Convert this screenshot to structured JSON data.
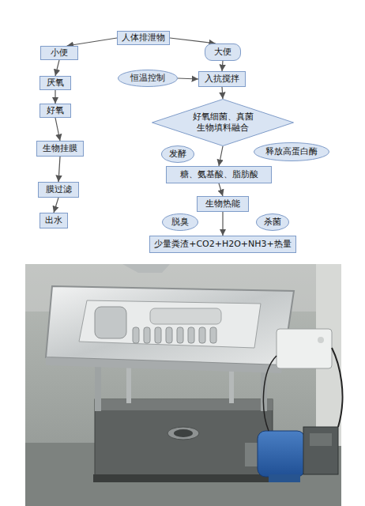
{
  "diagram": {
    "nodes": [
      {
        "text": [
          "人体排泄物"
        ]
      },
      {
        "text": [
          "小便"
        ]
      },
      {
        "text": [
          "大便"
        ]
      },
      {
        "text": [
          "厌氧"
        ]
      },
      {
        "text": [
          "好氧"
        ]
      },
      {
        "text": [
          "生物挂膜"
        ]
      },
      {
        "text": [
          "膜过滤"
        ]
      },
      {
        "text": [
          "出水"
        ]
      },
      {
        "text": [
          "恒温控制"
        ]
      },
      {
        "text": [
          "入抗搅拌"
        ]
      },
      {
        "text": [
          "好氧细菌、真菌 生物填料融合"
        ]
      },
      {
        "text": [
          "发酵"
        ]
      },
      {
        "text": [
          "释放高蛋白酶"
        ]
      },
      {
        "text": [
          "糖、氨基酸、脂肪酸"
        ]
      },
      {
        "text": [
          "生物热能"
        ]
      },
      {
        "text": [
          "脱臭"
        ]
      },
      {
        "text": [
          "杀菌"
        ]
      },
      {
        "text": [
          "少量粪渣+CO2+H2O+NH3+热量"
        ]
      }
    ],
    "edges": [
      {
        "from": 0,
        "to": 1,
        "arrow": "to"
      },
      {
        "from": 0,
        "to": 2,
        "arrow": "to"
      },
      {
        "from": 1,
        "to": 3,
        "arrow": "to"
      },
      {
        "from": 3,
        "to": 4,
        "arrow": "to"
      },
      {
        "from": 4,
        "to": 5,
        "arrow": "to"
      },
      {
        "from": 5,
        "to": 6,
        "arrow": "to"
      },
      {
        "from": 6,
        "to": 7,
        "arrow": "to"
      },
      {
        "from": 8,
        "to": 9,
        "arrow": "to"
      },
      {
        "from": 2,
        "to": 9,
        "arrow": "to"
      },
      {
        "from": 9,
        "to": 10,
        "arrow": "to"
      },
      {
        "from": 10,
        "to": 13,
        "arrow": "to"
      },
      {
        "from": 13,
        "to": 14,
        "arrow": "to"
      },
      {
        "from": 14,
        "to": 17,
        "arrow": "to"
      }
    ]
  }
}
